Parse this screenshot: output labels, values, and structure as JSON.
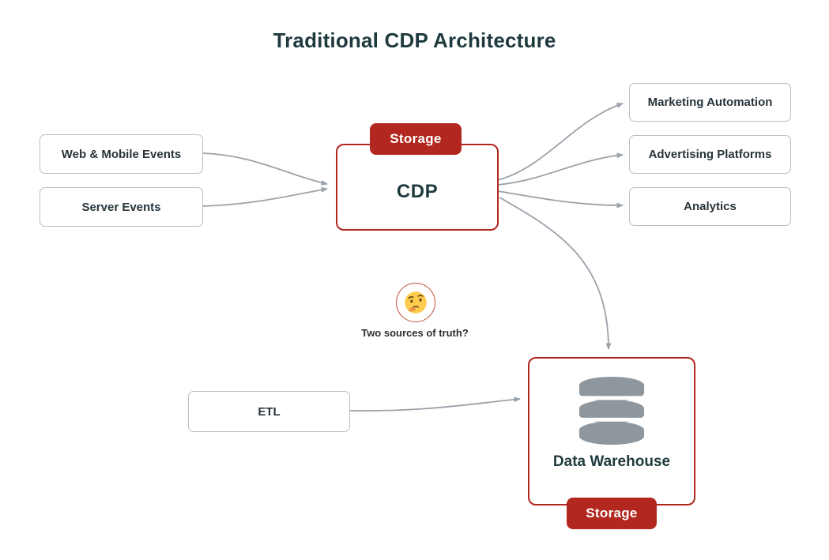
{
  "title": "Traditional CDP Architecture",
  "colors": {
    "accent_red": "#B2271F",
    "heading_teal": "#1F3A3E",
    "box_border_gray": "#B7BEC5",
    "arrow_gray": "#9AA2AA",
    "db_icon_gray": "#8E979E"
  },
  "nodes": {
    "web_mobile": {
      "label": "Web & Mobile Events"
    },
    "server": {
      "label": "Server Events"
    },
    "cdp": {
      "label": "CDP",
      "badge": "Storage"
    },
    "marketing": {
      "label": "Marketing Automation"
    },
    "advertising": {
      "label": "Advertising Platforms"
    },
    "analytics": {
      "label": "Analytics"
    },
    "etl": {
      "label": "ETL"
    },
    "warehouse": {
      "label": "Data Warehouse",
      "badge": "Storage"
    }
  },
  "annotation": {
    "icon": "thinking-face",
    "caption": "Two sources of truth?"
  }
}
